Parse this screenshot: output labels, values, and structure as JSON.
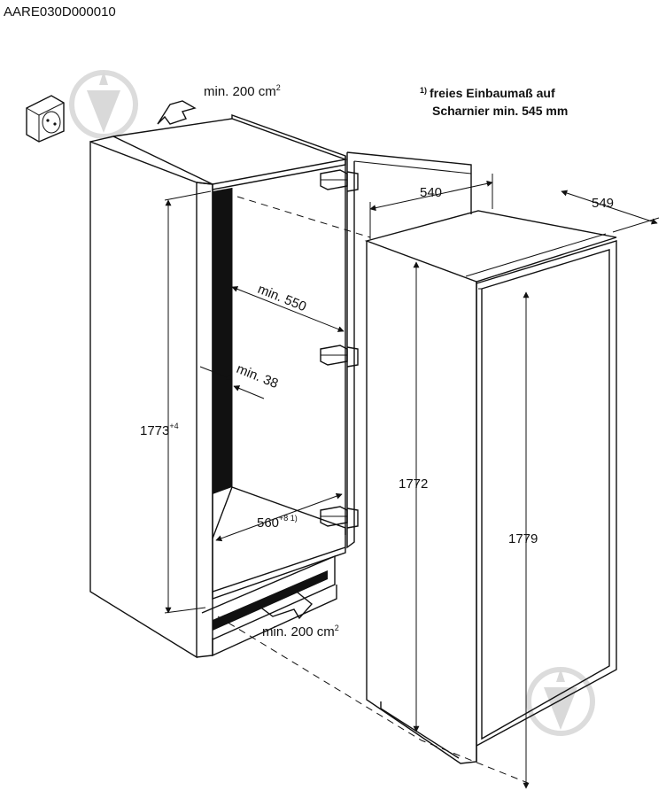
{
  "header": {
    "code": "AARE030D000010"
  },
  "vent_top": {
    "value": "min. 200 cm",
    "sup": "2"
  },
  "vent_bottom": {
    "value": "min. 200 cm",
    "sup": "2"
  },
  "note": {
    "marker": "1)",
    "line1": "freies Einbaumaß auf",
    "line2": "Scharnier min. 545 mm"
  },
  "dimensions": {
    "niche_height": {
      "value": "1773",
      "sup": "+4"
    },
    "niche_depth": "min. 550",
    "gap": "min. 38",
    "niche_width": {
      "value": "560",
      "sup": "+8 1)"
    },
    "door_width": "540",
    "appliance_depth": "549",
    "appliance_height": "1772",
    "door_height": "1779"
  },
  "colors": {
    "line": "#111111",
    "watermark": "#d9d9d9",
    "background": "#ffffff"
  }
}
